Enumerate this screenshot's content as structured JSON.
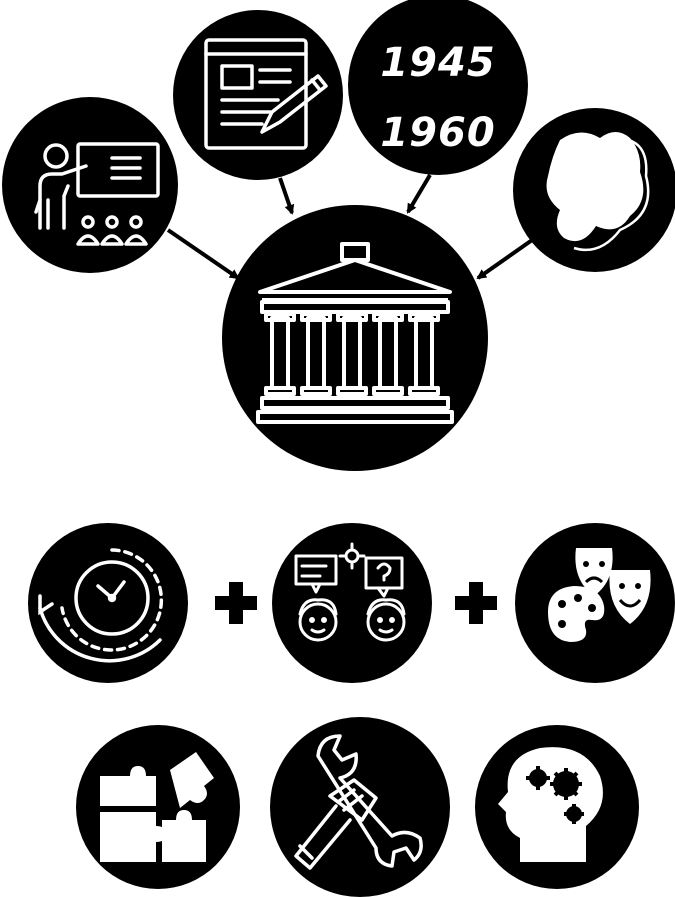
{
  "colors": {
    "background": "#ffffff",
    "ink": "#000000",
    "icon": "#ffffff"
  },
  "nodes": [
    {
      "id": "teacher",
      "icon": "presentation-teacher-icon"
    },
    {
      "id": "document",
      "icon": "document-pen-icon"
    },
    {
      "id": "years",
      "icon": "years-label",
      "labels": [
        "1945",
        "1960"
      ]
    },
    {
      "id": "map",
      "icon": "map-shape-icon"
    },
    {
      "id": "center",
      "icon": "museum-building-icon"
    },
    {
      "id": "time",
      "icon": "clock-time-icon"
    },
    {
      "id": "discussion",
      "icon": "people-discussion-icon"
    },
    {
      "id": "arts",
      "icon": "theater-masks-palette-icon"
    },
    {
      "id": "puzzle",
      "icon": "puzzle-pieces-icon"
    },
    {
      "id": "tool",
      "icon": "hand-wrench-icon"
    },
    {
      "id": "mind",
      "icon": "head-gears-icon"
    }
  ],
  "operators": [
    "plus",
    "plus"
  ]
}
